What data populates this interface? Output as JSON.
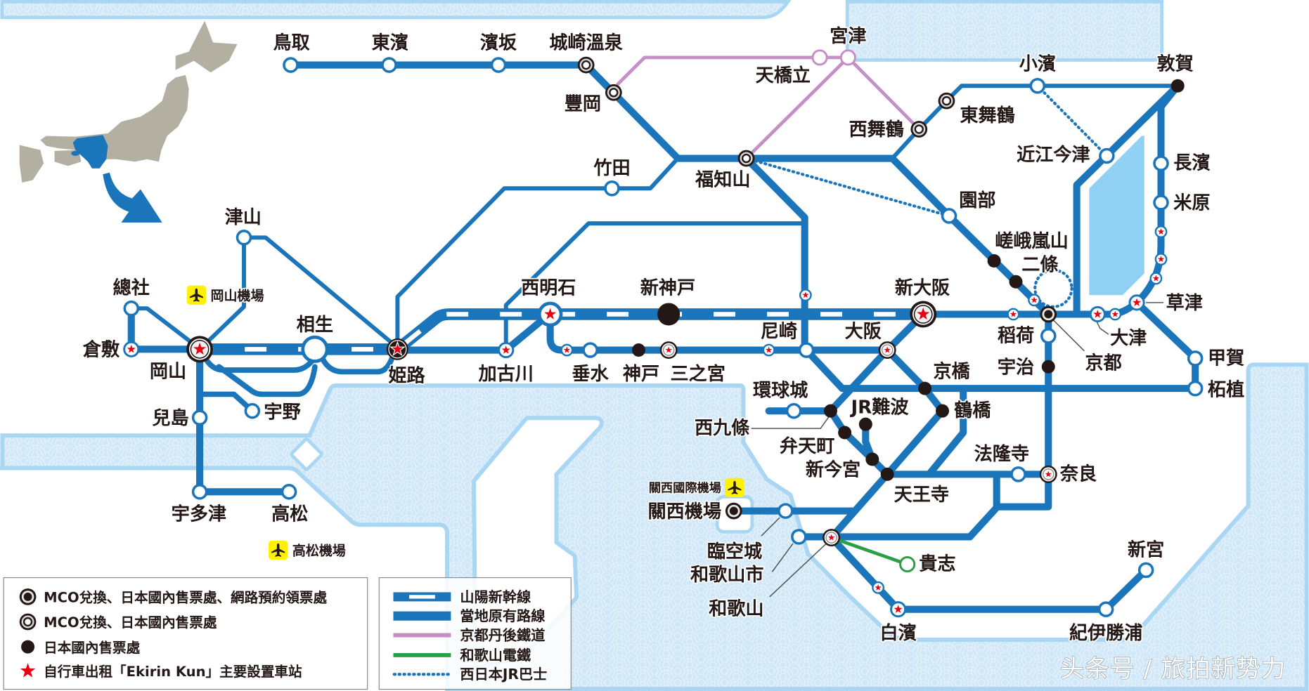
{
  "watermark": "头条号 / 旅拍新势力",
  "colors": {
    "line_blue": "#1b75bb",
    "kyoto_tango_pink": "#c48fc6",
    "wakayama_electric_green": "#2c9f46",
    "bicycle_star_red": "#e60012",
    "marker_black": "#231815",
    "water_blue": "#cfe7f7",
    "lake_blue": "#8fd0f3",
    "airport_yellow": "#fff100",
    "japan_inset_gray": "#b3b0a2"
  },
  "stations": {
    "tottori": {
      "name": "鳥取",
      "marker": "station"
    },
    "higashihama": {
      "name": "東濱",
      "marker": "station"
    },
    "hamasaka": {
      "name": "濱坂",
      "marker": "station"
    },
    "kinosaki_onsen": {
      "name": "城崎溫泉",
      "marker": "mco"
    },
    "toyooka": {
      "name": "豐岡",
      "marker": "mco"
    },
    "amanohashidate": {
      "name": "天橋立",
      "marker": "kyoto_tango"
    },
    "miyazu": {
      "name": "宮津",
      "marker": "kyoto_tango"
    },
    "fukuchiyama": {
      "name": "福知山",
      "marker": "mco"
    },
    "takeda": {
      "name": "竹田",
      "marker": "station"
    },
    "nishi_maizuru": {
      "name": "西舞鶴",
      "marker": "mco"
    },
    "higashi_maizuru": {
      "name": "東舞鶴",
      "marker": "mco"
    },
    "obama": {
      "name": "小濱",
      "marker": "station"
    },
    "tsuruga": {
      "name": "敦賀",
      "marker": "ticket_office"
    },
    "omi_imazu": {
      "name": "近江今津",
      "marker": "station"
    },
    "nagahama": {
      "name": "長濱",
      "marker": "station"
    },
    "maibara": {
      "name": "米原",
      "marker": "station"
    },
    "sonobe": {
      "name": "園部",
      "marker": "station"
    },
    "saga_arashiyama": {
      "name": "嵯峨嵐山",
      "marker": "ticket_office"
    },
    "nijo": {
      "name": "二條",
      "marker": "ticket_office"
    },
    "kyoto": {
      "name": "京都",
      "marker": "mco_full"
    },
    "inari": {
      "name": "稻荷",
      "marker": "station"
    },
    "uji": {
      "name": "宇治",
      "marker": "ticket_office"
    },
    "otsu": {
      "name": "大津",
      "marker": "bicycle_star"
    },
    "kusatsu": {
      "name": "草津",
      "marker": "bicycle_star"
    },
    "koka": {
      "name": "甲賀",
      "marker": "station"
    },
    "tsuge": {
      "name": "柘植",
      "marker": "station"
    },
    "shin_osaka": {
      "name": "新大阪",
      "marker": "mco_full_star"
    },
    "osaka": {
      "name": "大阪",
      "marker": "mco_star"
    },
    "amagasaki": {
      "name": "尼崎",
      "marker": "station"
    },
    "kyobashi": {
      "name": "京橋",
      "marker": "ticket_office"
    },
    "tsuruhashi": {
      "name": "鶴橋",
      "marker": "ticket_office"
    },
    "universal_city": {
      "name": "環球城",
      "marker": "station"
    },
    "nishikujo": {
      "name": "西九條",
      "marker": "ticket_office"
    },
    "jr_namba": {
      "name": "JR難波",
      "marker": "ticket_office"
    },
    "bentencho": {
      "name": "弁天町",
      "marker": "ticket_office"
    },
    "shin_imamiya": {
      "name": "新今宮",
      "marker": "ticket_office"
    },
    "tennoji": {
      "name": "天王寺",
      "marker": "ticket_office"
    },
    "horyuji": {
      "name": "法隆寺",
      "marker": "station"
    },
    "nara": {
      "name": "奈良",
      "marker": "mco_star"
    },
    "kansai_airport": {
      "name": "關西機場",
      "marker": "mco_full"
    },
    "rinku_town": {
      "name": "臨空城",
      "marker": "station"
    },
    "wakayamashi": {
      "name": "和歌山市",
      "marker": "station"
    },
    "wakayama": {
      "name": "和歌山",
      "marker": "mco_star"
    },
    "kishi": {
      "name": "貴志",
      "marker": "wakayama_electric"
    },
    "shirahama": {
      "name": "白濱",
      "marker": "bicycle_star"
    },
    "kii_katsuura": {
      "name": "紀伊勝浦",
      "marker": "station"
    },
    "shingu": {
      "name": "新宮",
      "marker": "station"
    },
    "nishi_akashi": {
      "name": "西明石",
      "marker": "bicycle_star"
    },
    "shin_kobe": {
      "name": "新神戸",
      "marker": "ticket_office"
    },
    "kakogawa": {
      "name": "加古川",
      "marker": "bicycle_star"
    },
    "tarumi": {
      "name": "垂水",
      "marker": "station"
    },
    "kobe": {
      "name": "神戸",
      "marker": "ticket_office"
    },
    "sannomiya": {
      "name": "三之宮",
      "marker": "mco_star"
    },
    "himeji": {
      "name": "姫路",
      "marker": "mco_full_star"
    },
    "aioi": {
      "name": "相生",
      "marker": "station"
    },
    "okayama": {
      "name": "岡山",
      "marker": "mco_full_star"
    },
    "kurashiki": {
      "name": "倉敷",
      "marker": "bicycle_star"
    },
    "soja": {
      "name": "總社",
      "marker": "station"
    },
    "tsuyama": {
      "name": "津山",
      "marker": "station"
    },
    "kojima": {
      "name": "兒島",
      "marker": "station"
    },
    "uno": {
      "name": "宇野",
      "marker": "station"
    },
    "utazu": {
      "name": "宇多津",
      "marker": "station"
    },
    "takamatsu": {
      "name": "高松",
      "marker": "station"
    }
  },
  "airports": {
    "okayama": {
      "name": "岡山機場",
      "icon": "airplane-icon"
    },
    "takamatsu": {
      "name": "高松機場",
      "icon": "airplane-icon"
    },
    "kansai": {
      "name": "關西國際機場",
      "icon": "airplane-icon"
    }
  },
  "legend": {
    "markers": [
      {
        "icon": "mco-full-service-icon",
        "label": "MCO兌換、日本國內售票處、網路預約領票處"
      },
      {
        "icon": "mco-exchange-double-circle-icon",
        "label": "MCO兌換、日本國內售票處"
      },
      {
        "icon": "ticket-office-dot-icon",
        "label": "日本國內售票處"
      },
      {
        "icon": "red-star-icon",
        "label": "自行車出租「Ekirin Kun」主要設置車站"
      }
    ],
    "lines": [
      {
        "style": "shinkansen",
        "label": "山陽新幹線"
      },
      {
        "style": "local",
        "label": "當地原有路線"
      },
      {
        "style": "kyoto-tango",
        "label": "京都丹後鐵道"
      },
      {
        "style": "wakayama-electric",
        "label": "和歌山電鐵"
      },
      {
        "style": "jr-bus",
        "label": "西日本JR巴士"
      }
    ]
  }
}
